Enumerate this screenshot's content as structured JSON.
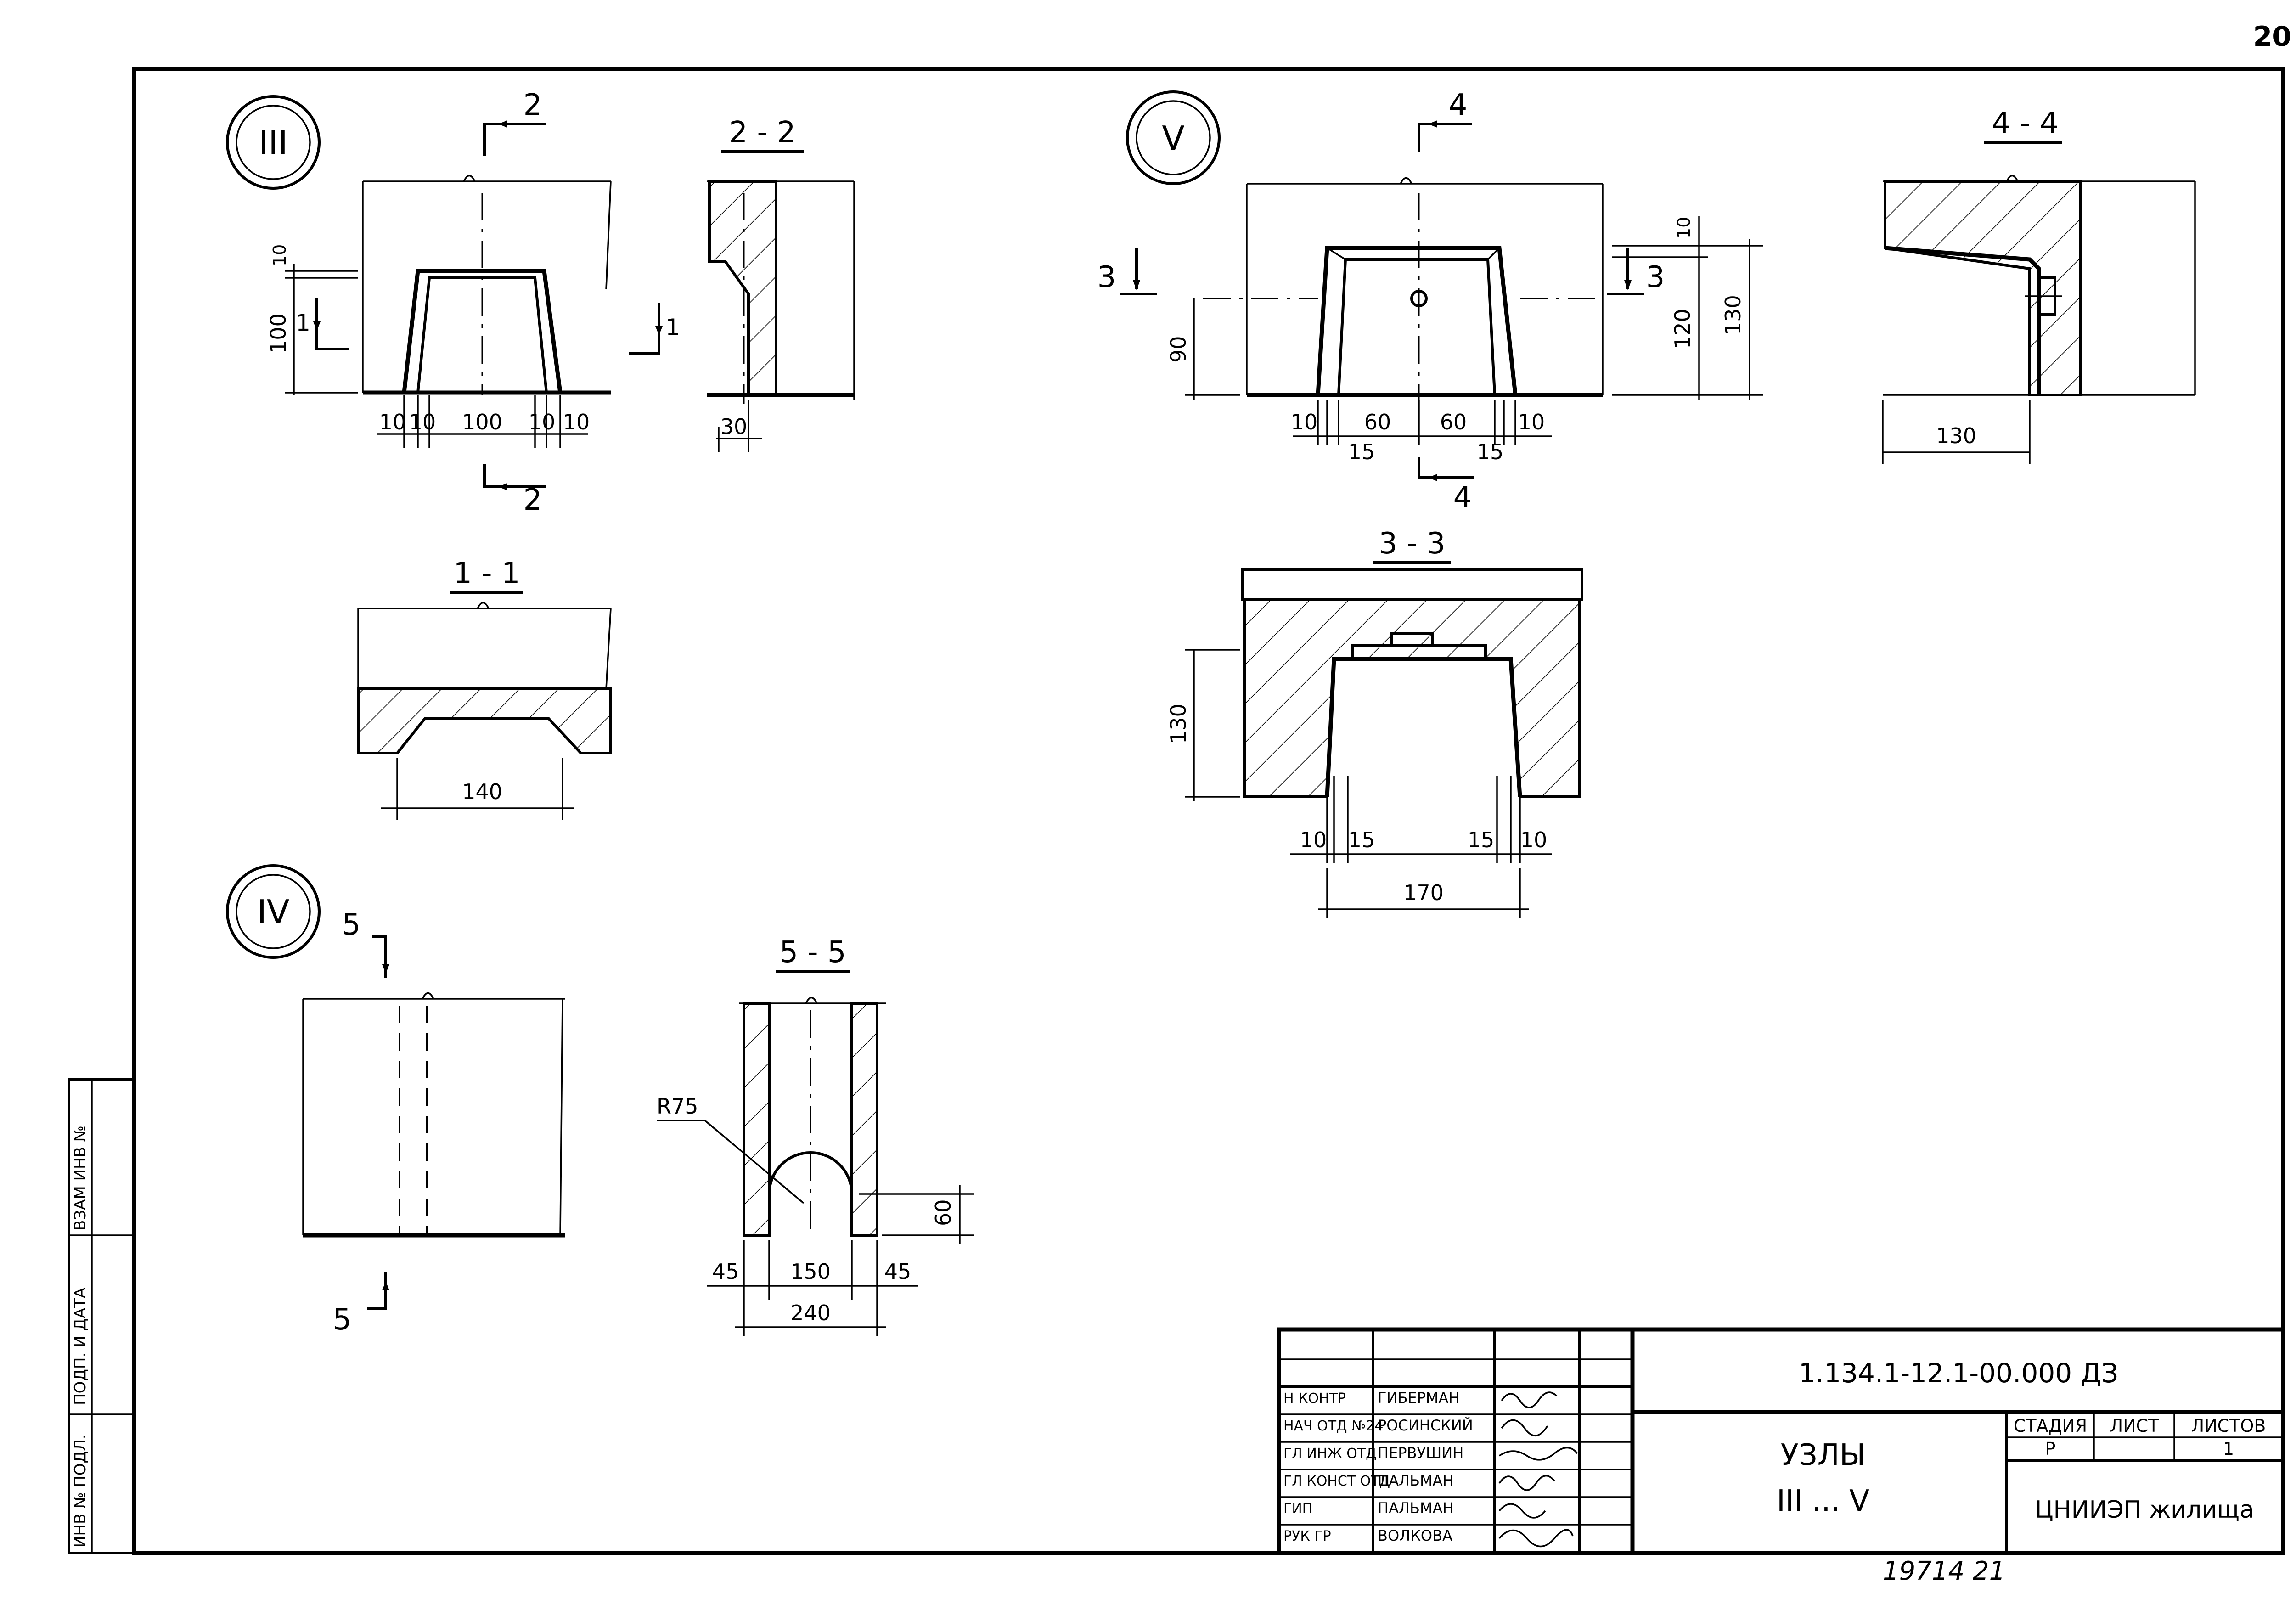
{
  "page_number": "20",
  "nodes": {
    "node3": {
      "label": "III"
    },
    "node4": {
      "label": "IV"
    },
    "node5": {
      "label": "V"
    }
  },
  "sections": {
    "s11": "1 - 1",
    "s22": "2 - 2",
    "s33": "3 - 3",
    "s44": "4 - 4",
    "s55": "5 - 5"
  },
  "cut_marks": {
    "c1": "1",
    "c2": "2",
    "c3": "3",
    "c4": "4",
    "c5": "5"
  },
  "dims": {
    "n3_10": "10",
    "n3_100v": "100",
    "n3_b10a": "10",
    "n3_b10b": "10",
    "n3_b100": "100",
    "n3_b10c": "10",
    "n3_b10d": "10",
    "s22_30": "30",
    "s11_140": "140",
    "n5_10v": "10",
    "n5_120": "120",
    "n5_130": "130",
    "n5_90": "90",
    "n5_b10a": "10",
    "n5_b60a": "60",
    "n5_b60b": "60",
    "n5_b10b": "10",
    "n5_b15a": "15",
    "n5_b15b": "15",
    "s44_130": "130",
    "s33_130": "130",
    "s33_10a": "10",
    "s33_15a": "15",
    "s33_15b": "15",
    "s33_10b": "10",
    "s33_170": "170",
    "s55_r75": "R75",
    "s55_60": "60",
    "s55_45a": "45",
    "s55_150": "150",
    "s55_45b": "45",
    "s55_240": "240"
  },
  "side_stamp": {
    "vzam": "ВЗАМ ИНВ №",
    "podp": "ПОДП. И ДАТА",
    "inv": "ИНВ № ПОДЛ."
  },
  "title_block": {
    "doc_code": "1.134.1-12.1-00.000 ДЗ",
    "title_line1": "УЗЛЫ",
    "title_line2": "III ... V",
    "stage_label": "СТАДИЯ",
    "sheet_label": "ЛИСТ",
    "sheets_label": "ЛИСТОВ",
    "stage_value": "Р",
    "sheet_value": "",
    "sheets_value": "1",
    "org": "ЦНИИЭП жилища",
    "roles": [
      {
        "role": "Н КОНТР",
        "name": "ГИБЕРМАН"
      },
      {
        "role": "НАЧ ОТД №24",
        "name": "РОСИНСКИЙ"
      },
      {
        "role": "ГЛ ИНЖ ОТД",
        "name": "ПЕРВУШИН"
      },
      {
        "role": "ГЛ КОНСТ ОТД",
        "name": "ПАЛЬМАН"
      },
      {
        "role": "ГИП",
        "name": "ПАЛЬМАН"
      },
      {
        "role": "РУК ГР",
        "name": "ВОЛКОВА"
      }
    ]
  },
  "footer_note": "19714 21"
}
